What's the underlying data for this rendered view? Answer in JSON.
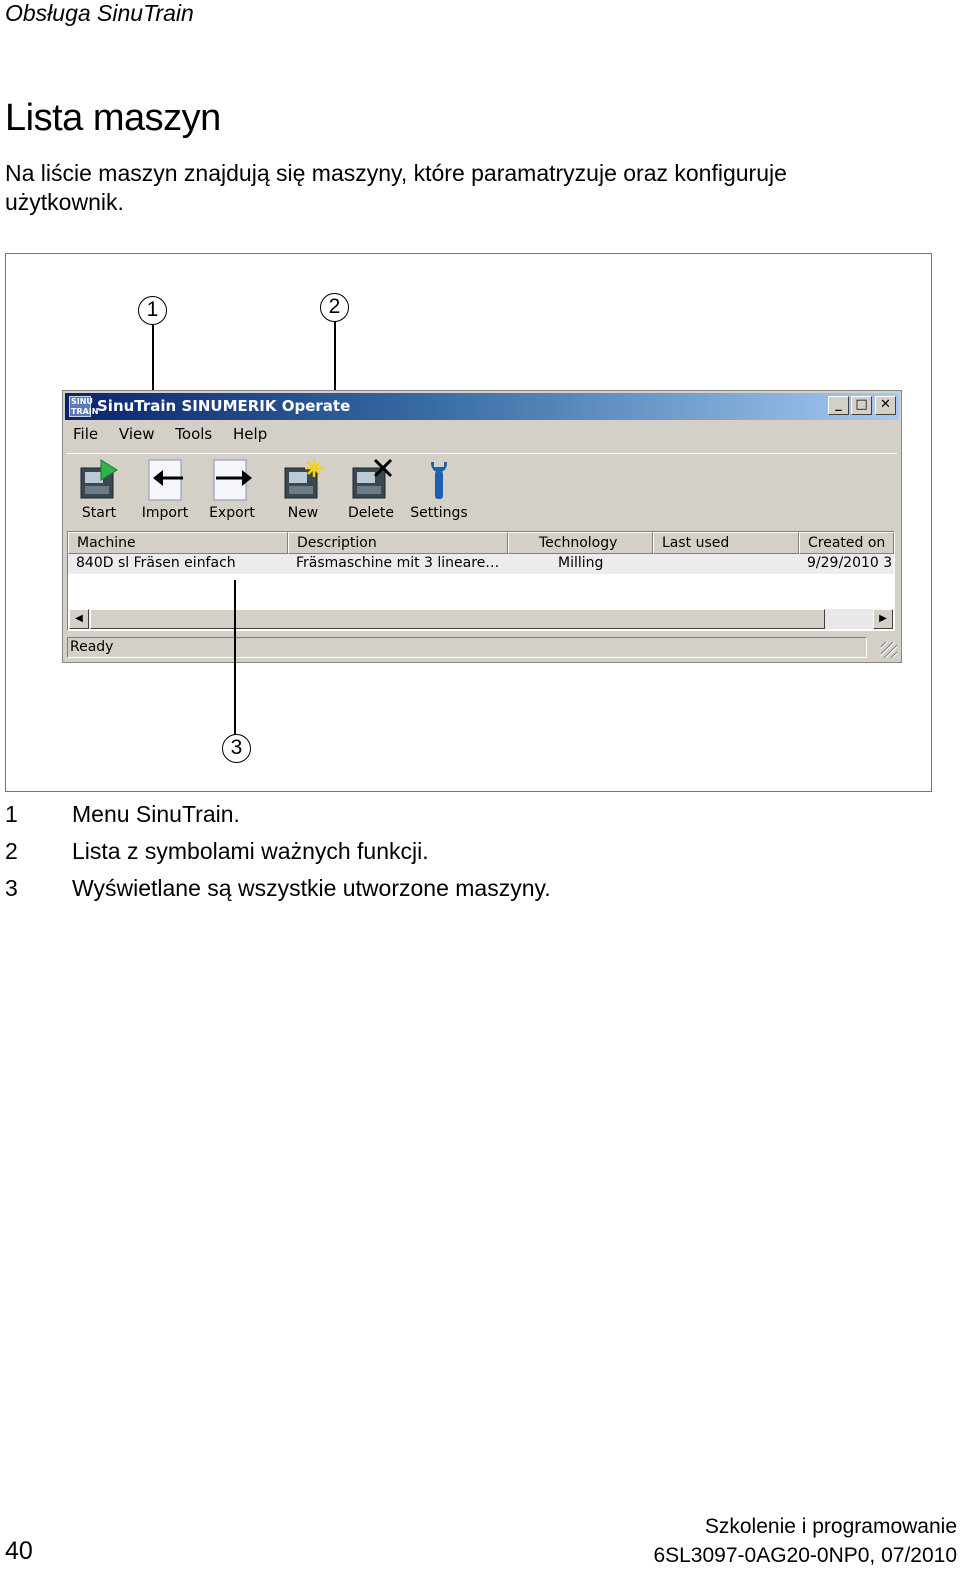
{
  "header": {
    "running_title": "Obsługa SinuTrain"
  },
  "section": {
    "title": "Lista maszyn",
    "intro": "Na liście maszyn znajdują się maszyny, które paramatryzuje oraz konfiguruje użytkownik."
  },
  "figure": {
    "callouts": [
      "1",
      "2",
      "3"
    ],
    "window": {
      "app_icon_text": "SINU TRAIN",
      "title": "SinuTrain SINUMERIK Operate",
      "controls": [
        "_",
        "□",
        "✕"
      ],
      "menu": [
        "File",
        "View",
        "Tools",
        "Help"
      ],
      "toolbar": [
        {
          "label": "Start",
          "icon": "start-icon"
        },
        {
          "label": "Import",
          "icon": "import-arrow-icon"
        },
        {
          "label": "Export",
          "icon": "export-arrow-icon"
        },
        {
          "label": "New",
          "icon": "new-machine-icon"
        },
        {
          "label": "Delete",
          "icon": "delete-machine-icon"
        },
        {
          "label": "Settings",
          "icon": "wrench-icon"
        }
      ],
      "columns": [
        "Machine",
        "Description",
        "Technology",
        "Last used",
        "Created on"
      ],
      "rows": [
        [
          "840D sl Fräsen einfach",
          "Fräsmaschine mit 3 lineare…",
          "Milling",
          "",
          "9/29/2010 3"
        ]
      ],
      "status": "Ready"
    }
  },
  "legend": [
    {
      "num": "1",
      "text": "Menu SinuTrain."
    },
    {
      "num": "2",
      "text": "Lista z symbolami ważnych funkcji."
    },
    {
      "num": "3",
      "text": "Wyświetlane są wszystkie utworzone maszyny."
    }
  ],
  "footer": {
    "page_number": "40",
    "doc_title": "Szkolenie i programowanie",
    "doc_code": "6SL3097-0AG20-0NP0, 07/2010"
  }
}
